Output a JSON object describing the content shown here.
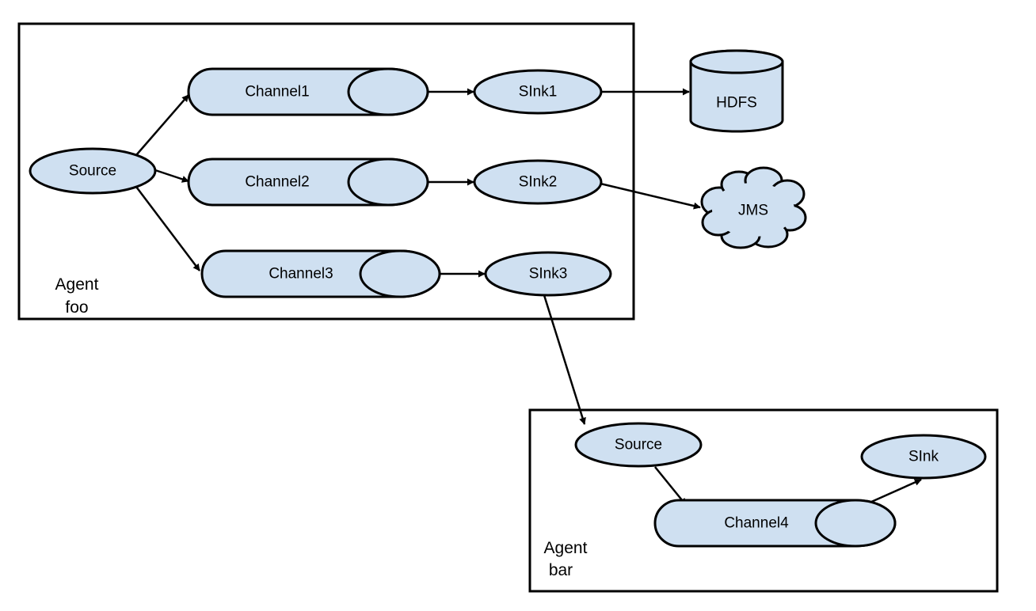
{
  "agents": {
    "foo": {
      "label_line1": "Agent",
      "label_line2": "foo"
    },
    "bar": {
      "label_line1": "Agent",
      "label_line2": "bar"
    }
  },
  "nodes": {
    "source_foo": "Source",
    "channel1": "Channel1",
    "channel2": "Channel2",
    "channel3": "Channel3",
    "sink1": "SInk1",
    "sink2": "SInk2",
    "sink3": "SInk3",
    "hdfs": "HDFS",
    "jms": "JMS",
    "source_bar": "Source",
    "channel4": "Channel4",
    "sink_bar": "SInk"
  },
  "colors": {
    "node_fill": "#cfe0f1",
    "stroke": "#000000"
  }
}
